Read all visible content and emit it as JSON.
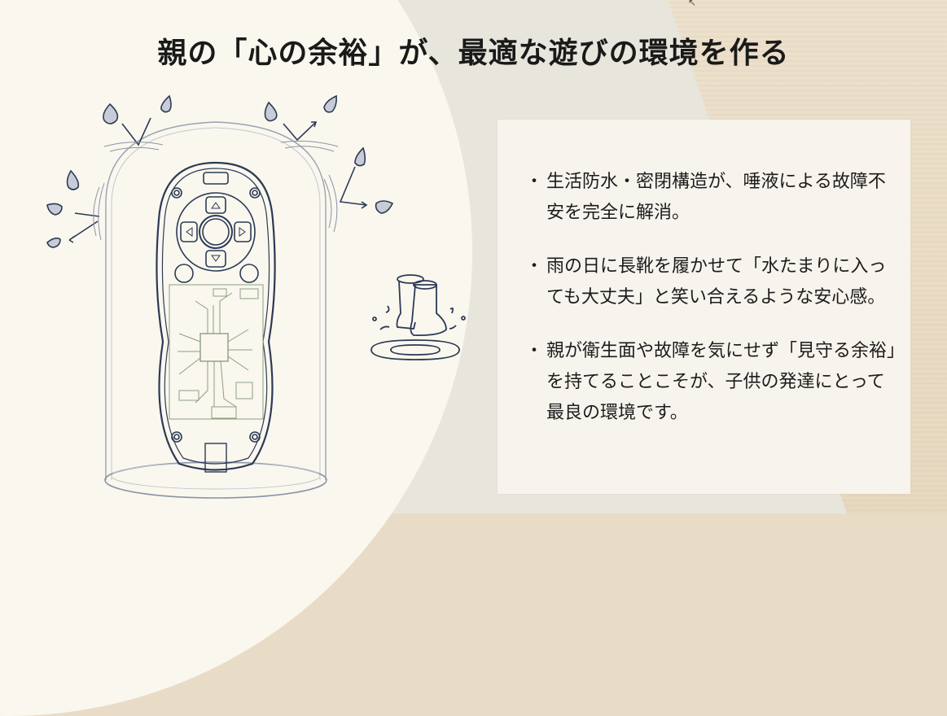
{
  "slide": {
    "title": "親の「心の余裕」が、最適な遊びの環境を作る",
    "bullet_glyph": "・",
    "bullets": [
      {
        "text": "生活防水・密閉構造が、唾液による故障不安を完全に解消。"
      },
      {
        "text": "雨の日に長靴を履かせて「水たまりに入っても大丈夫」と笑い合えるような安心感。"
      },
      {
        "text": "親が衛生面や故障を気にせず「見守る余裕」を持てることこそが、子供の発達にとって最良の環境です。"
      }
    ]
  },
  "illustration": {
    "main": "waterproof-remote-under-glass-dome",
    "secondary": "rain-boots-splashing-puddle",
    "stroke_color": "#2b3a55",
    "circuit_color": "#8aa080",
    "drop_fill": "#c7ccd6"
  },
  "colors": {
    "background_left": "#faf7ee",
    "background_band": "#e8e5dc",
    "background_wood": "#e9dcc6",
    "card": "#f8f5ee",
    "text": "#1c1c1c"
  },
  "cursor": {
    "glyph": "↖"
  }
}
